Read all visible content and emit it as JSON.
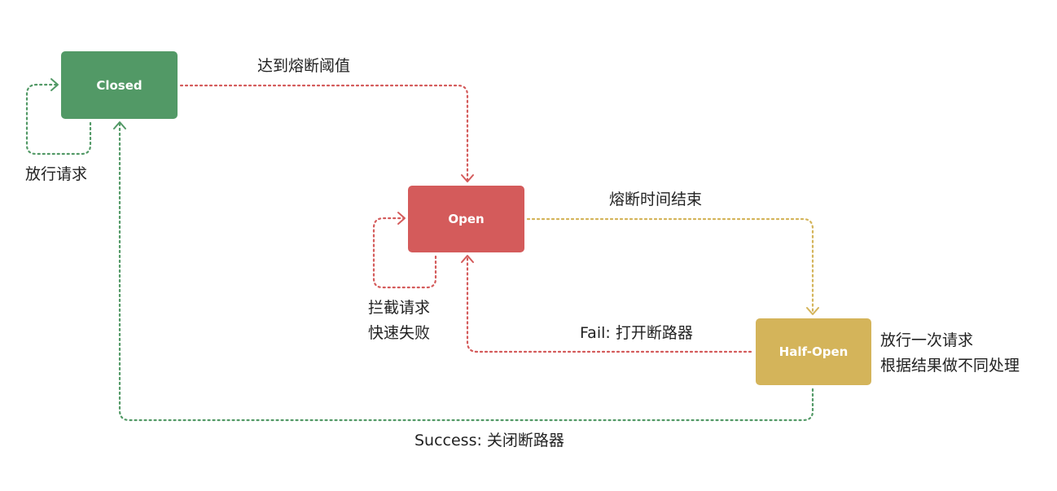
{
  "colors": {
    "closed": "#529966",
    "open": "#d45b5b",
    "half_open": "#d4b45a"
  },
  "states": {
    "closed": "Closed",
    "open": "Open",
    "half_open": "Half-Open"
  },
  "transitions": {
    "threshold_reached": "达到熔断阈值",
    "timeout_end": "熔断时间结束",
    "fail": "Fail: 打开断路器",
    "success": "Success: 关闭断路器"
  },
  "loops": {
    "closed": "放行请求",
    "open": [
      "拦截请求",
      "快速失败"
    ]
  },
  "half_open_note": [
    "放行一次请求",
    "根据结果做不同处理"
  ]
}
